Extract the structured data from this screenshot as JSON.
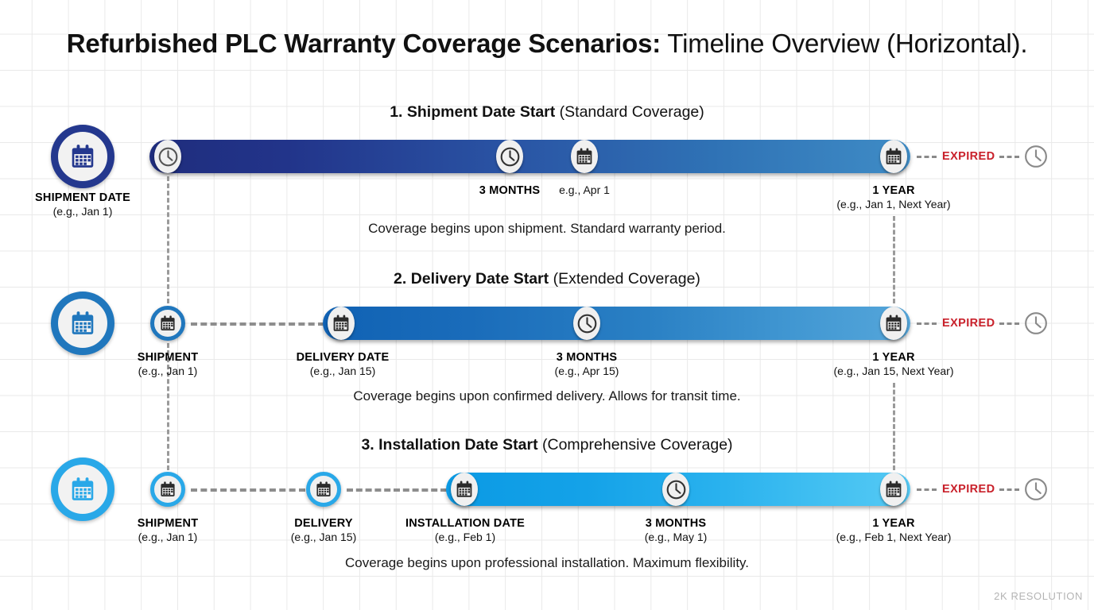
{
  "title": {
    "bold": "Refurbished PLC Warranty Coverage Scenarios:",
    "regular": " Timeline Overview (Horizontal)."
  },
  "footer": {
    "watermark": "2K RESOLUTION"
  },
  "colors": {
    "row1_accent": "#24388e",
    "row2_accent": "#2077bd",
    "row3_accent": "#29a8e8",
    "expired": "#c9212b",
    "grid": "#e9e9e9",
    "dash": "#8d8d8d",
    "background": "#ffffff"
  },
  "expired_label": "EXPIRED",
  "rows": [
    {
      "heading_bold": "1. Shipment Date Start",
      "heading_regular": " (Standard Coverage)",
      "description": "Coverage begins upon shipment. Standard warranty period.",
      "start_icon": "calendar-icon",
      "start_label_title": "SHIPMENT DATE",
      "start_label_sub": "(e.g., Jan 1)",
      "nodes": [
        {
          "icon": "clock-icon",
          "title": "",
          "sub": ""
        },
        {
          "icon": "clock-icon",
          "title": "3 MONTHS",
          "sub": ""
        },
        {
          "icon": "calendar-icon",
          "title": "",
          "sub": "e.g., Apr 1"
        },
        {
          "icon": "calendar-icon",
          "title": "1 YEAR",
          "sub": "(e.g., Jan 1, Next Year)"
        }
      ],
      "end_icon": "clock-icon"
    },
    {
      "heading_bold": "2. Delivery Date Start",
      "heading_regular": " (Extended Coverage)",
      "description": "Coverage begins upon confirmed delivery. Allows for transit time.",
      "start_icon": "calendar-icon",
      "pre_nodes": [
        {
          "icon": "calendar-icon",
          "title": "SHIPMENT",
          "sub": "(e.g., Jan 1)"
        }
      ],
      "nodes": [
        {
          "icon": "calendar-icon",
          "title": "DELIVERY DATE",
          "sub": "(e.g., Jan 15)"
        },
        {
          "icon": "clock-icon",
          "title": "3 MONTHS",
          "sub": "(e.g., Apr 15)"
        },
        {
          "icon": "calendar-icon",
          "title": "1 YEAR",
          "sub": "(e.g., Jan 15, Next Year)"
        }
      ],
      "end_icon": "clock-icon"
    },
    {
      "heading_bold": "3. Installation Date Start",
      "heading_regular": " (Comprehensive Coverage)",
      "description": "Coverage begins upon professional installation. Maximum flexibility.",
      "start_icon": "calendar-icon",
      "pre_nodes": [
        {
          "icon": "calendar-icon",
          "title": "SHIPMENT",
          "sub": "(e.g., Jan 1)"
        },
        {
          "icon": "calendar-icon",
          "title": "DELIVERY",
          "sub": "(e.g., Jan 15)"
        }
      ],
      "nodes": [
        {
          "icon": "calendar-icon",
          "title": "INSTALLATION DATE",
          "sub": "(e.g., Feb 1)"
        },
        {
          "icon": "clock-icon",
          "title": "3 MONTHS",
          "sub": "(e.g., May 1)"
        },
        {
          "icon": "calendar-icon",
          "title": "1 YEAR",
          "sub": "(e.g., Feb 1, Next Year)"
        }
      ],
      "end_icon": "clock-icon"
    }
  ]
}
